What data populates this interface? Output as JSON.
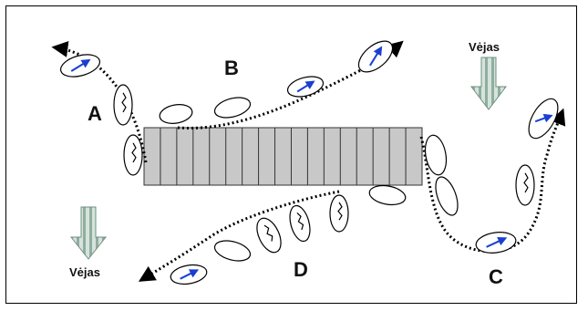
{
  "labels": {
    "a": "A",
    "b": "B",
    "c": "C",
    "d": "D",
    "wind_top": "Vėjas",
    "wind_bottom": "Vėjas"
  },
  "icons": [
    "wind-arrow-icon",
    "leaf-icon",
    "path-arrow-icon"
  ],
  "colors": {
    "strip_fill": "#c8c8c8",
    "leaf_arrow": "#1a3fd0",
    "wind_arrow": "#a9c4b8",
    "path": "#000000"
  }
}
